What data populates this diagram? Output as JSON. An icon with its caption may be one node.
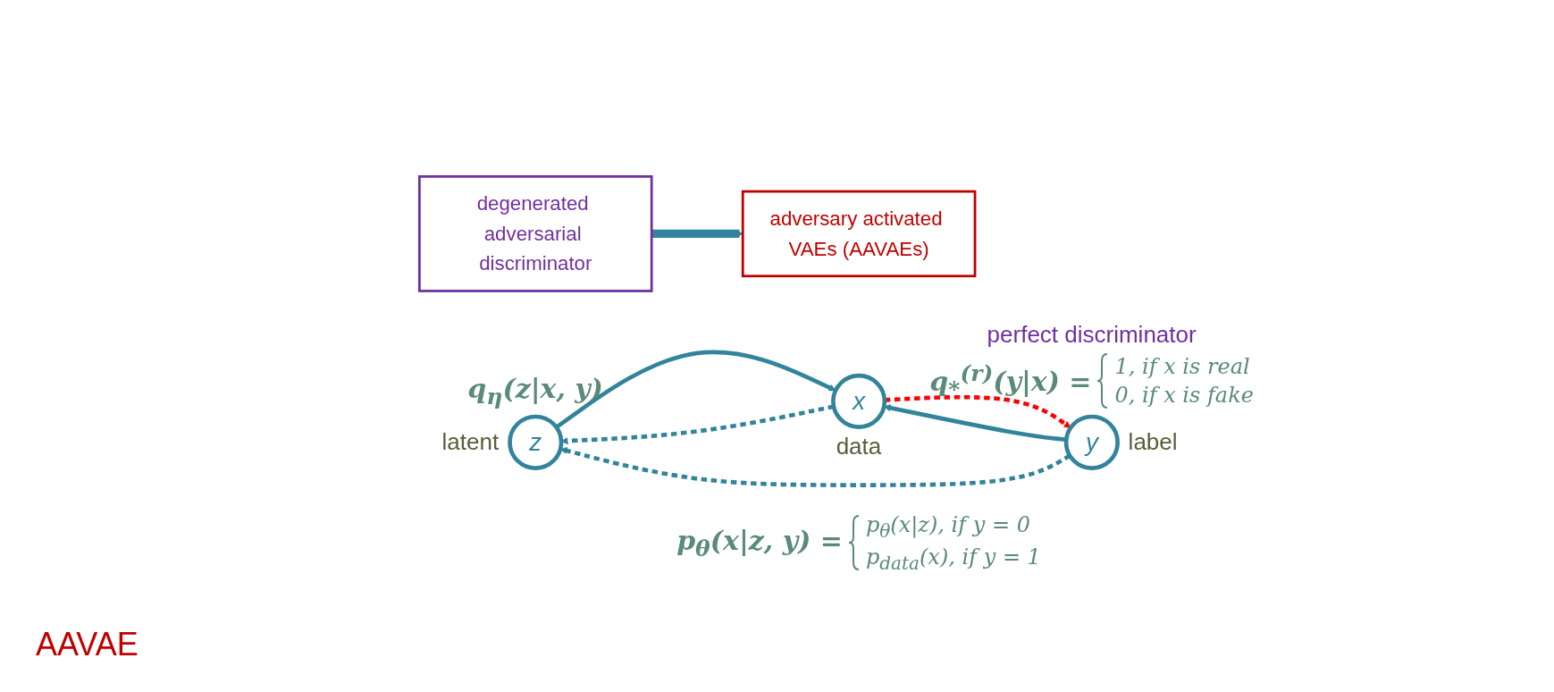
{
  "diagram": {
    "nodes": [
      {
        "text": [
          "z"
        ],
        "beside": [
          "latent",
          "q$_{η}$(z|x, y)"
        ]
      },
      {
        "text": [
          "y"
        ],
        "beside": [
          "label",
          "perfect discriminator",
          "q$_{*}$$^{(r)}$(y|x) =",
          "1,      if x is real",
          "0,      if x is fake"
        ]
      },
      {
        "text": [
          "degenerated adversarial discriminator"
        ]
      },
      {
        "text": [
          "adversary activated VAEs (AAVAEs)"
        ]
      },
      {
        "text": [
          "x"
        ],
        "beside": [
          "data",
          "p$_{θ}$(x|z, y) =",
          "p$_{θ}$(x|z),      if y = 0",
          "p$_{data}$(x),      if y = 1"
        ]
      }
    ],
    "edges": [
      {
        "from": 1,
        "to": 0,
        "arrow": "to",
        "style": "dashed"
      },
      {
        "from": 0,
        "to": 4,
        "arrow": "to"
      },
      {
        "from": 4,
        "to": 0,
        "arrow": "to",
        "style": "dashed"
      },
      {
        "from": 4,
        "to": 1,
        "arrow": "to",
        "style": "dashed",
        "color": "#ff0000"
      },
      {
        "from": 1,
        "to": 4,
        "arrow": "to"
      },
      {
        "from": 2,
        "to": 3,
        "arrow": "to",
        "style": "thick"
      }
    ],
    "labels": [
      "AAVAE"
    ]
  }
}
